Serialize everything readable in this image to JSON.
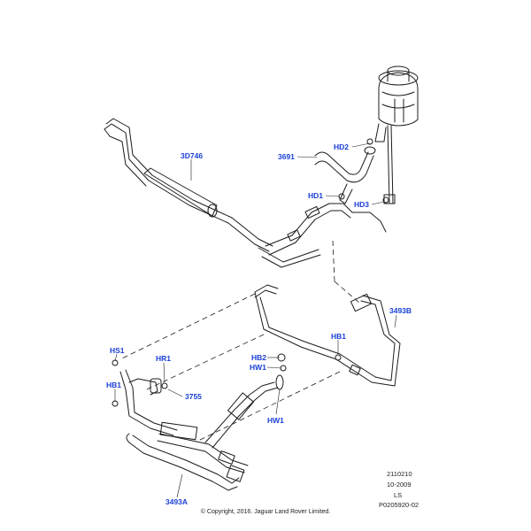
{
  "callouts": {
    "hd2": "HD2",
    "c3d746": "3D746",
    "c3691": "3691",
    "hd1": "HD1",
    "hd3": "HD3",
    "c3493b": "3493B",
    "hb1_right": "HB1",
    "hs1": "HS1",
    "hr1": "HR1",
    "hb1_left": "HB1",
    "c3755": "3755",
    "hb2": "HB2",
    "hw1_upper": "HW1",
    "hw1_lower": "HW1",
    "c3493a": "3493A"
  },
  "metadata": {
    "line1": "2110210",
    "line2": "10-2009",
    "line3": "LS",
    "line4": "P0205920-02"
  },
  "copyright": "© Copyright, 2016. Jaguar Land Rover Limited.",
  "colors": {
    "callout": "#1a3fd6",
    "line": "#1c1c1c"
  }
}
